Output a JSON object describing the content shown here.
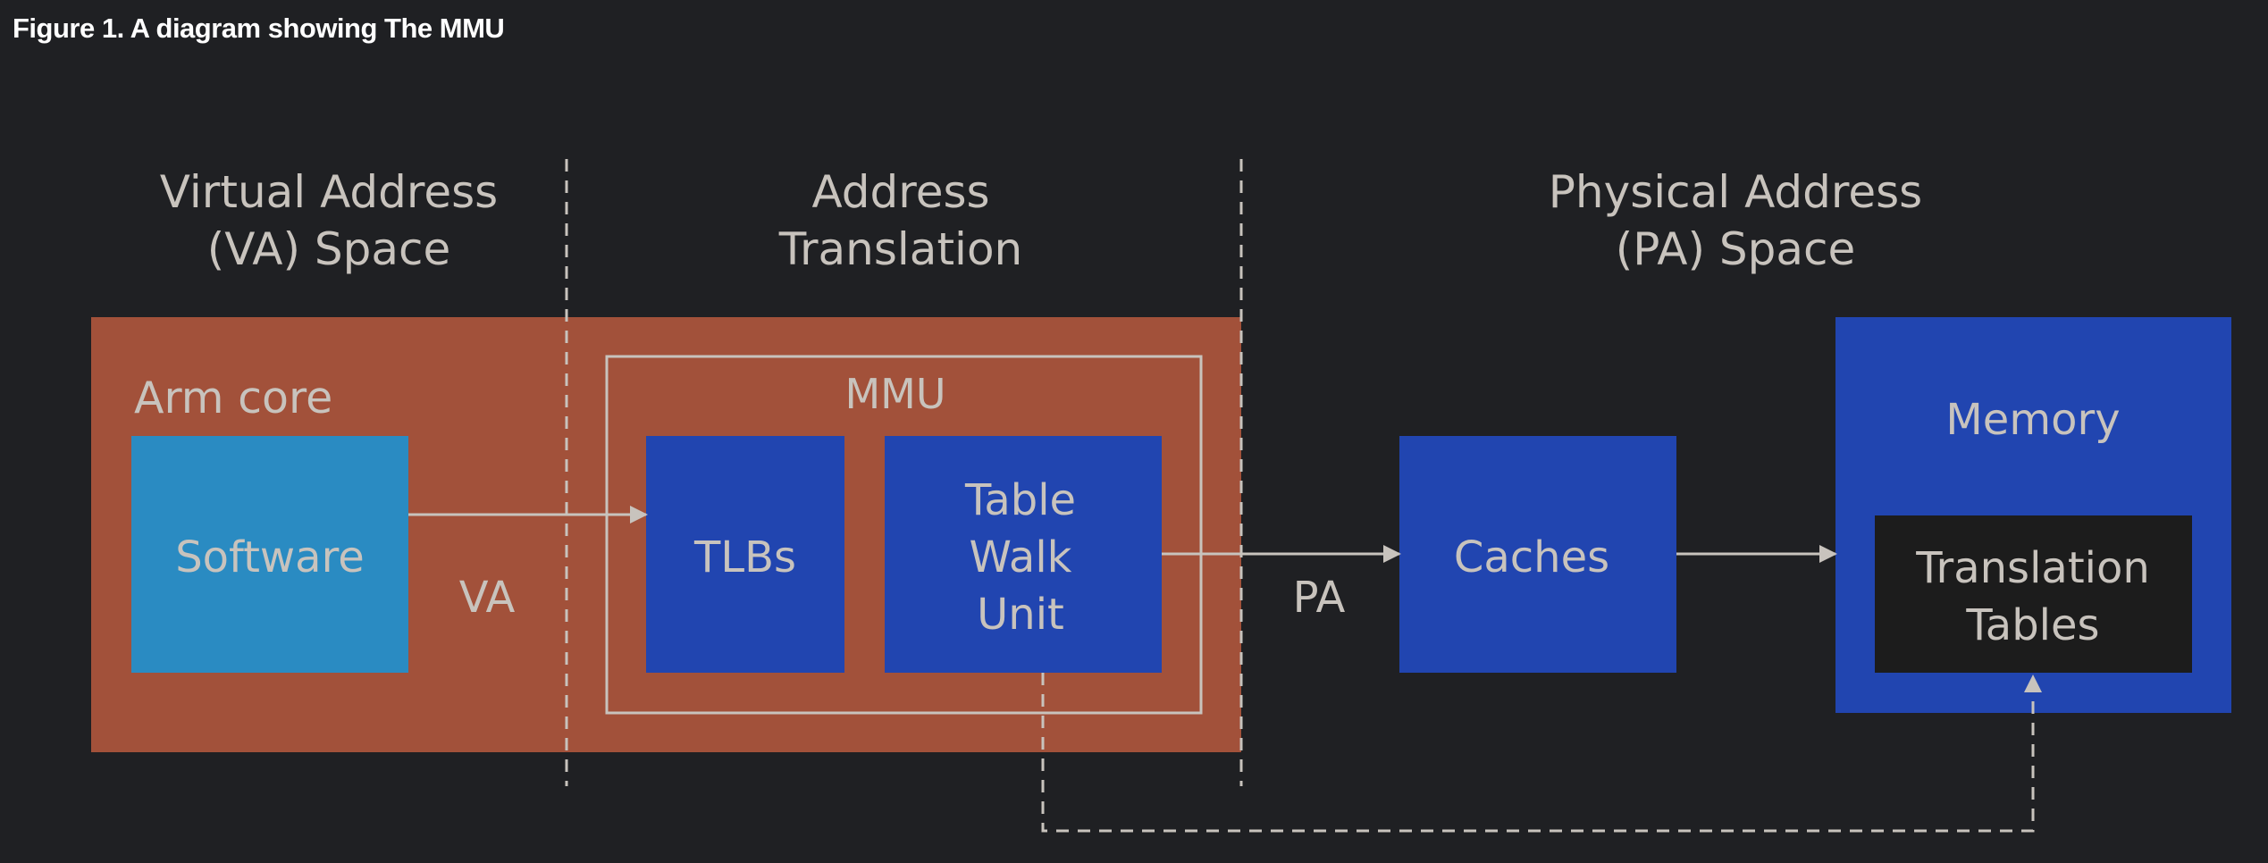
{
  "caption": "Figure 1. A diagram showing The MMU",
  "regions": {
    "va_space": [
      "Virtual Address",
      "(VA) Space"
    ],
    "translation": [
      "Address",
      "Translation"
    ],
    "pa_space": [
      "Physical Address",
      "(PA) Space"
    ]
  },
  "blocks": {
    "arm_core": "Arm core",
    "software": "Software",
    "mmu": "MMU",
    "tlbs": "TLBs",
    "table_walk_unit": [
      "Table",
      "Walk",
      "Unit"
    ],
    "caches": "Caches",
    "memory": "Memory",
    "translation_tables": [
      "Translation",
      "Tables"
    ]
  },
  "labels": {
    "va": "VA",
    "pa": "PA"
  },
  "colors": {
    "background": "#1f2023",
    "arm_core": "#a2513a",
    "software": "#2a8bc2",
    "blue_block": "#2145b0",
    "translation_tables": "#1c1c1c",
    "text": "#c8c3bd",
    "line": "#c8c3bd"
  }
}
